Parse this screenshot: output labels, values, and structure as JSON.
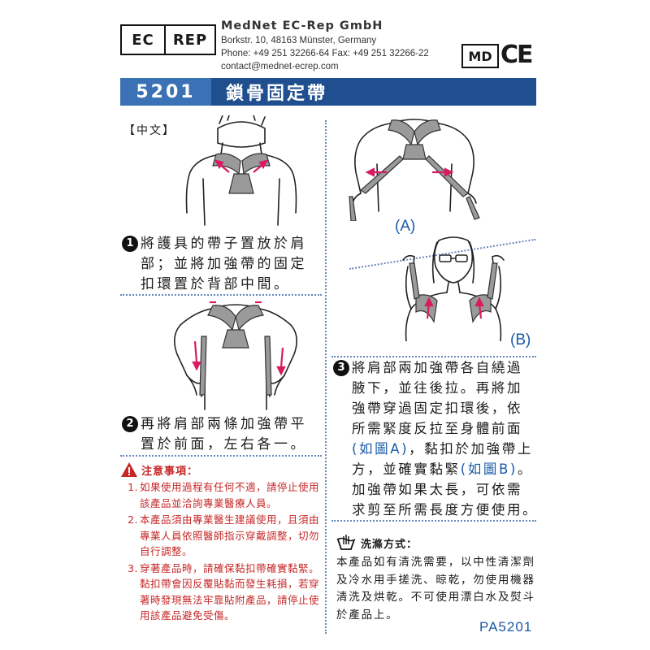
{
  "header": {
    "ec_left": "EC",
    "ec_right": "REP",
    "company": "MedNet EC-Rep GmbH",
    "address": "Borkstr. 10, 48163 Münster, Germany",
    "phone": "Phone: +49 251 32266-64  Fax: +49 251 32266-22",
    "email": "contact@mednet-ecrep.com",
    "md_mark": "MD",
    "ce_mark": "CE"
  },
  "title_band": {
    "code": "5201",
    "title": "鎖骨固定帶",
    "band_color": "#1f4f8e",
    "code_color": "#3a72b5"
  },
  "language_tag": "【中文】",
  "step1": {
    "number": "1",
    "lines": [
      "將護具的帶子置放於肩",
      "部；並將加強帶的固定",
      "扣環置於背部中間。"
    ]
  },
  "step2": {
    "number": "2",
    "lines": [
      "再將肩部兩條加強帶平",
      "置於前面，左右各一。"
    ]
  },
  "step3": {
    "number": "3",
    "line1": "將肩部兩加強帶各自繞過",
    "line2": "腋下，並往後拉。再將加",
    "line3": "強帶穿過固定扣環後，依",
    "line4": "所需緊度反拉至身體前面",
    "line5_blue": "(如圖A)",
    "line5_rest": "，黏扣於加強帶上",
    "line6_pre": "方，並確實黏緊",
    "line6_blue": "(如圖B)",
    "line6_post": "。",
    "line7": "加強帶如果太長，可依需",
    "line8": "求剪至所需長度方便使用。"
  },
  "figures": {
    "label_a": "(A)",
    "label_b": "(B)"
  },
  "warning": {
    "title": "注意事項：",
    "items": [
      {
        "n": "1.",
        "text": "如果使用過程有任何不適，請停止使用該產品並洽詢專業醫療人員。"
      },
      {
        "n": "2.",
        "text": "本產品須由專業醫生建議使用，且須由專業人員依照醫師指示穿戴調整，切勿自行調整。"
      },
      {
        "n": "3.",
        "text": "穿著產品時，請確保黏扣帶確實黏緊。黏扣帶會因反覆貼黏而發生耗損，若穿著時發現無法牢靠貼附產品，請停止使用該產品避免受傷。"
      }
    ],
    "color": "#c62828"
  },
  "washing": {
    "title": "洗滌方式：",
    "body": "本產品如有清洗需要，以中性清潔劑及冷水用手搓洗、晾乾，勿使用機器清洗及烘乾。不可使用漂白水及熨斗於產品上。"
  },
  "product_code": "PA5201",
  "accent_color": "#1a5aa8"
}
